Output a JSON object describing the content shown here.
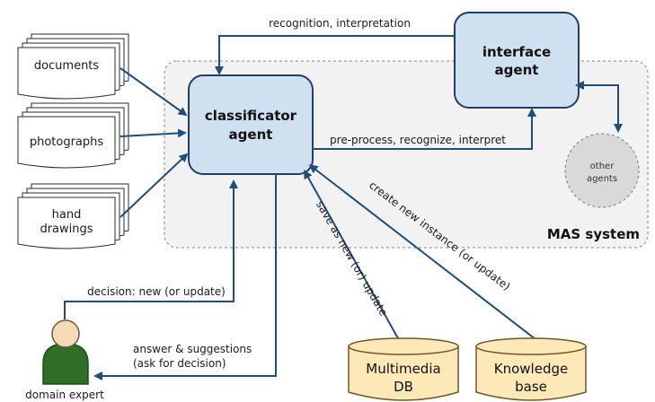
{
  "inputs": {
    "documents": "documents",
    "photographs": "photographs",
    "hand_drawings_line1": "hand",
    "hand_drawings_line2": "drawings"
  },
  "agents": {
    "classificator_line1": "classificator",
    "classificator_line2": "agent",
    "interface_line1": "interface",
    "interface_line2": "agent",
    "other_line1": "other",
    "other_line2": "agents"
  },
  "system": {
    "label": "MAS system"
  },
  "storage": {
    "multimedia_line1": "Multimedia",
    "multimedia_line2": "DB",
    "knowledge_line1": "Knowledge",
    "knowledge_line2": "base"
  },
  "user": {
    "label": "domain expert"
  },
  "edges": {
    "recognition": "recognition, interpretation",
    "preprocess": "pre-process, recognize, interpret",
    "save": "save as new (or) update",
    "create": "create new instance (or update)",
    "decision": "decision: new (or update)",
    "answer_line1": "answer & suggestions",
    "answer_line2": "(ask for decision)"
  },
  "colors": {
    "arrow": "#1f4e79",
    "agent_fill": "#cfe0f1",
    "agent_stroke": "#1f3f66",
    "mas_fill": "#f2f2f2",
    "other_fill": "#d9d9d9",
    "db_fill": "#fde9b8",
    "person_body": "#2f6e27",
    "person_head": "#f7d9b6"
  }
}
